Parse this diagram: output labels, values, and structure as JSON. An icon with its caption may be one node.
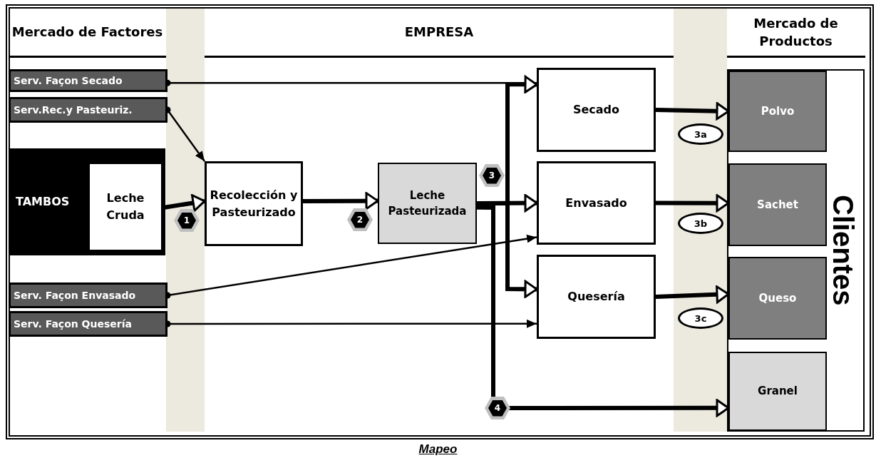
{
  "diagram": {
    "caption": "Mapeo",
    "nodes": [
      {
        "text": [
          "Serv. Façon Secado"
        ]
      },
      {
        "text": [
          "Serv.Rec.y Pasteuriz."
        ]
      },
      {
        "text": [
          "TAMBOS"
        ]
      },
      {
        "text": [
          "Leche Cruda"
        ],
        "in": 2
      },
      {
        "text": [
          "Recolección y Pasteurizado"
        ]
      },
      {
        "text": [
          "Leche Pasteurizada"
        ]
      },
      {
        "text": [
          "Secado"
        ]
      },
      {
        "text": [
          "Envasado"
        ]
      },
      {
        "text": [
          "Quesería"
        ]
      },
      {
        "text": [
          "Serv. Façon Envasado"
        ]
      },
      {
        "text": [
          "Serv. Façon Quesería"
        ]
      },
      {
        "text": [
          "Clientes"
        ]
      },
      {
        "text": [
          "Polvo"
        ],
        "in": 11
      },
      {
        "text": [
          "Sachet"
        ],
        "in": 11
      },
      {
        "text": [
          "Queso"
        ],
        "in": 11
      },
      {
        "text": [
          "Granel"
        ],
        "in": 11
      }
    ],
    "edges": [
      {
        "from": 0,
        "to": 6,
        "arrow": "to"
      },
      {
        "from": 1,
        "to": 4,
        "arrow": "to"
      },
      {
        "from": 3,
        "to": 4,
        "arrow": "to",
        "label": "1"
      },
      {
        "from": 4,
        "to": 5,
        "arrow": "to",
        "label": "2"
      },
      {
        "from": 5,
        "to": 6,
        "arrow": "to"
      },
      {
        "from": 5,
        "to": 7,
        "arrow": "to",
        "label": "3"
      },
      {
        "from": 5,
        "to": 8,
        "arrow": "to"
      },
      {
        "from": 5,
        "to": 15,
        "arrow": "to",
        "label": "4"
      },
      {
        "from": 9,
        "to": 7,
        "arrow": "to"
      },
      {
        "from": 10,
        "to": 8,
        "arrow": "to"
      },
      {
        "from": 6,
        "to": 12,
        "arrow": "to",
        "label": "3a"
      },
      {
        "from": 7,
        "to": 13,
        "arrow": "to",
        "label": "3b"
      },
      {
        "from": 8,
        "to": 14,
        "arrow": "to",
        "label": "3c"
      }
    ],
    "labels": [
      "Mercado de Factores",
      "EMPRESA",
      "Mercado de Productos"
    ]
  }
}
